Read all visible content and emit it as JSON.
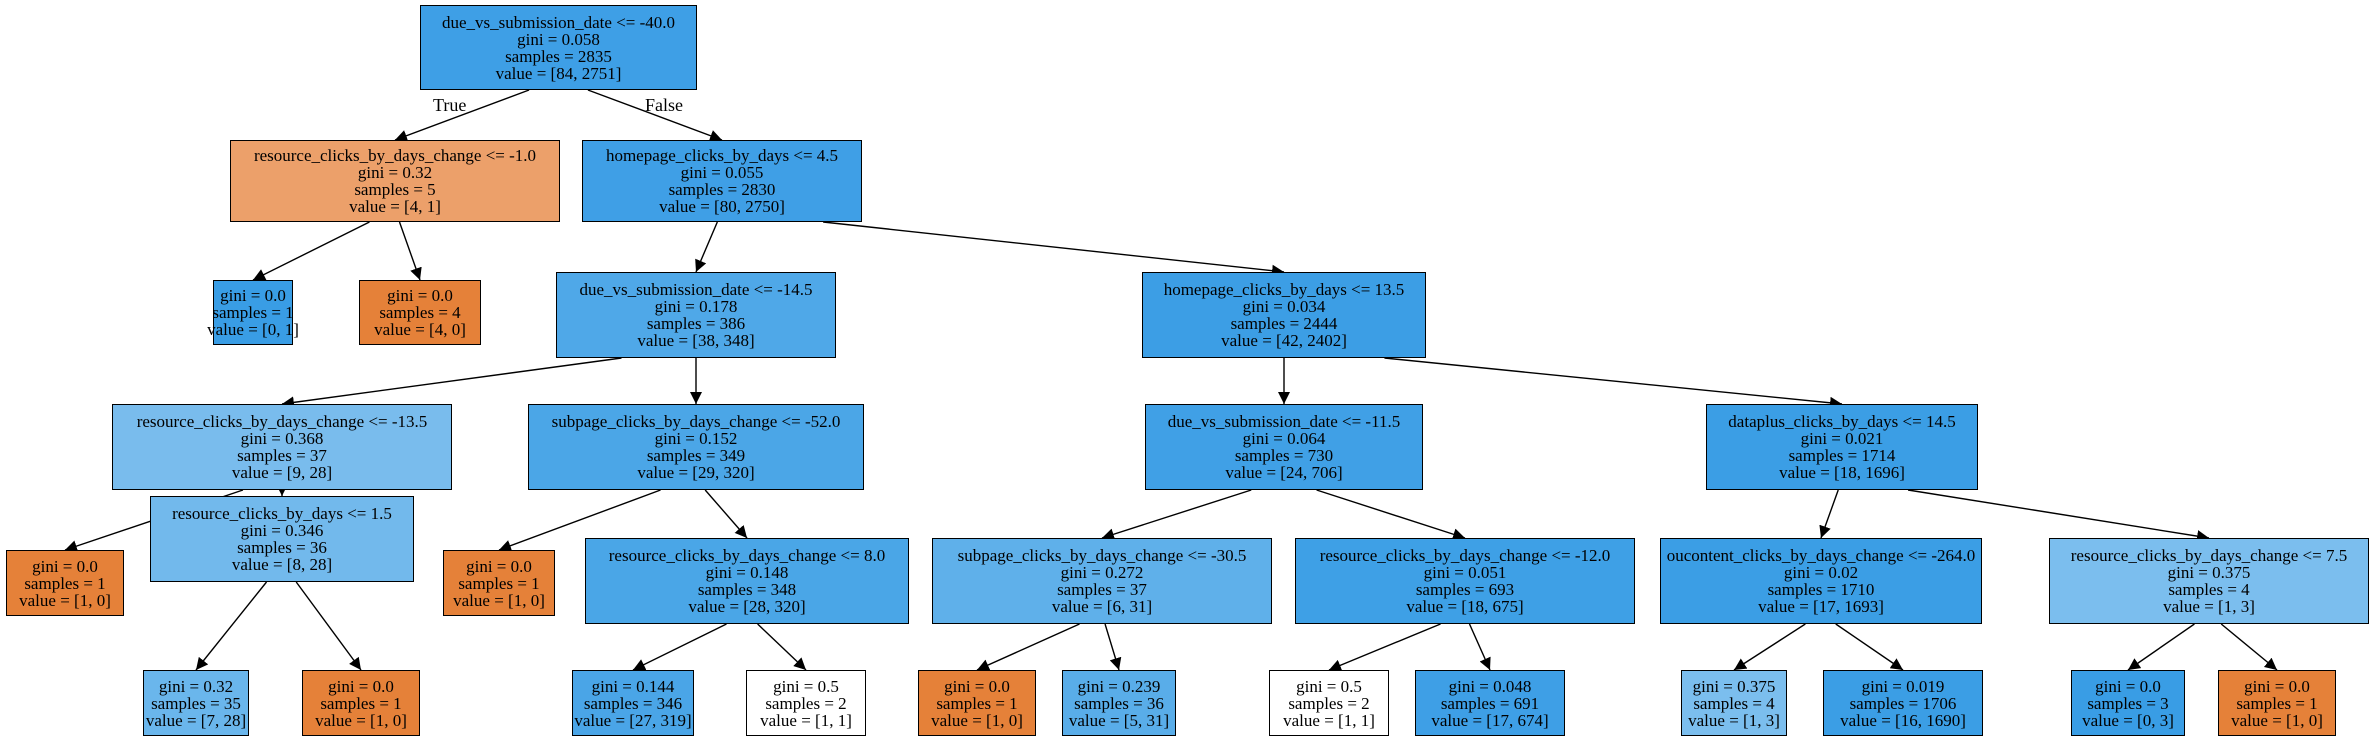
{
  "edge_labels": {
    "true_label": "True",
    "false_label": "False"
  },
  "nodes": [
    {
      "id": "n0",
      "lines": [
        "due_vs_submission_date <= -40.0",
        "gini = 0.058",
        "samples = 2835",
        "value = [84, 2751]"
      ],
      "fill": "#3e9fe6"
    },
    {
      "id": "n1",
      "lines": [
        "resource_clicks_by_days_change <= -1.0",
        "gini = 0.32",
        "samples = 5",
        "value = [4, 1]"
      ],
      "fill": "#eca06a"
    },
    {
      "id": "n2",
      "lines": [
        "gini = 0.0",
        "samples = 1",
        "value = [0, 1]"
      ],
      "fill": "#399de5"
    },
    {
      "id": "n3",
      "lines": [
        "gini = 0.0",
        "samples = 4",
        "value = [4, 0]"
      ],
      "fill": "#e58139"
    },
    {
      "id": "n4",
      "lines": [
        "homepage_clicks_by_days <= 4.5",
        "gini = 0.055",
        "samples = 2830",
        "value = [80, 2750]"
      ],
      "fill": "#3f9fe6"
    },
    {
      "id": "n5",
      "lines": [
        "due_vs_submission_date <= -14.5",
        "gini = 0.178",
        "samples = 386",
        "value = [38, 348]"
      ],
      "fill": "#4fa8e8"
    },
    {
      "id": "n6",
      "lines": [
        "homepage_clicks_by_days <= 13.5",
        "gini = 0.034",
        "samples = 2444",
        "value = [42, 2402]"
      ],
      "fill": "#3c9ee5"
    },
    {
      "id": "n7",
      "lines": [
        "resource_clicks_by_days_change <= -13.5",
        "gini = 0.368",
        "samples = 37",
        "value = [9, 28]"
      ],
      "fill": "#79bced"
    },
    {
      "id": "n8",
      "lines": [
        "subpage_clicks_by_days_change <= -52.0",
        "gini = 0.152",
        "samples = 349",
        "value = [29, 320]"
      ],
      "fill": "#4ba6e7"
    },
    {
      "id": "n9",
      "lines": [
        "due_vs_submission_date <= -11.5",
        "gini = 0.064",
        "samples = 730",
        "value = [24, 706]"
      ],
      "fill": "#40a0e6"
    },
    {
      "id": "n10",
      "lines": [
        "dataplus_clicks_by_days <= 14.5",
        "gini = 0.021",
        "samples = 1714",
        "value = [18, 1696]"
      ],
      "fill": "#3b9ee5"
    },
    {
      "id": "n11",
      "lines": [
        "gini = 0.0",
        "samples = 1",
        "value = [1, 0]"
      ],
      "fill": "#e58139"
    },
    {
      "id": "n12",
      "lines": [
        "resource_clicks_by_days <= 1.5",
        "gini = 0.346",
        "samples = 36",
        "value = [8, 28]"
      ],
      "fill": "#72b9ec"
    },
    {
      "id": "n13",
      "lines": [
        "gini = 0.0",
        "samples = 1",
        "value = [1, 0]"
      ],
      "fill": "#e58139"
    },
    {
      "id": "n14",
      "lines": [
        "resource_clicks_by_days_change <= 8.0",
        "gini = 0.148",
        "samples = 348",
        "value = [28, 320]"
      ],
      "fill": "#4aa6e7"
    },
    {
      "id": "n15",
      "lines": [
        "subpage_clicks_by_days_change <= -30.5",
        "gini = 0.272",
        "samples = 37",
        "value = [6, 31]"
      ],
      "fill": "#5fb0ea"
    },
    {
      "id": "n16",
      "lines": [
        "resource_clicks_by_days_change <= -12.0",
        "gini = 0.051",
        "samples = 693",
        "value = [18, 675]"
      ],
      "fill": "#3ea0e6"
    },
    {
      "id": "n17",
      "lines": [
        "oucontent_clicks_by_days_change <= -264.0",
        "gini = 0.02",
        "samples = 1710",
        "value = [17, 1693]"
      ],
      "fill": "#3b9ee5"
    },
    {
      "id": "n18",
      "lines": [
        "resource_clicks_by_days_change <= 7.5",
        "gini = 0.375",
        "samples = 4",
        "value = [1, 3]"
      ],
      "fill": "#7bbeee"
    },
    {
      "id": "n19",
      "lines": [
        "gini = 0.32",
        "samples = 35",
        "value = [7, 28]"
      ],
      "fill": "#6ab6ec"
    },
    {
      "id": "n20",
      "lines": [
        "gini = 0.0",
        "samples = 1",
        "value = [1, 0]"
      ],
      "fill": "#e58139"
    },
    {
      "id": "n21",
      "lines": [
        "gini = 0.144",
        "samples = 346",
        "value = [27, 319]"
      ],
      "fill": "#4aa5e7"
    },
    {
      "id": "n22",
      "lines": [
        "gini = 0.5",
        "samples = 2",
        "value = [1, 1]"
      ],
      "fill": "#ffffff"
    },
    {
      "id": "n23",
      "lines": [
        "gini = 0.0",
        "samples = 1",
        "value = [1, 0]"
      ],
      "fill": "#e58139"
    },
    {
      "id": "n24",
      "lines": [
        "gini = 0.239",
        "samples = 36",
        "value = [5, 31]"
      ],
      "fill": "#59ade9"
    },
    {
      "id": "n25",
      "lines": [
        "gini = 0.5",
        "samples = 2",
        "value = [1, 1]"
      ],
      "fill": "#ffffff"
    },
    {
      "id": "n26",
      "lines": [
        "gini = 0.048",
        "samples = 691",
        "value = [17, 674]"
      ],
      "fill": "#3e9fe6"
    },
    {
      "id": "n27",
      "lines": [
        "gini = 0.375",
        "samples = 4",
        "value = [1, 3]"
      ],
      "fill": "#7bbeee"
    },
    {
      "id": "n28",
      "lines": [
        "gini = 0.019",
        "samples = 1706",
        "value = [16, 1690]"
      ],
      "fill": "#3b9ee5"
    },
    {
      "id": "n29",
      "lines": [
        "gini = 0.0",
        "samples = 3",
        "value = [0, 3]"
      ],
      "fill": "#399de5"
    },
    {
      "id": "n30",
      "lines": [
        "gini = 0.0",
        "samples = 1",
        "value = [1, 0]"
      ],
      "fill": "#e58139"
    }
  ],
  "edges": [
    [
      "n0",
      "n1"
    ],
    [
      "n0",
      "n4"
    ],
    [
      "n1",
      "n2"
    ],
    [
      "n1",
      "n3"
    ],
    [
      "n4",
      "n5"
    ],
    [
      "n4",
      "n6"
    ],
    [
      "n5",
      "n7"
    ],
    [
      "n5",
      "n8"
    ],
    [
      "n6",
      "n9"
    ],
    [
      "n6",
      "n10"
    ],
    [
      "n7",
      "n11"
    ],
    [
      "n7",
      "n12"
    ],
    [
      "n8",
      "n13"
    ],
    [
      "n8",
      "n14"
    ],
    [
      "n9",
      "n15"
    ],
    [
      "n9",
      "n16"
    ],
    [
      "n10",
      "n17"
    ],
    [
      "n10",
      "n18"
    ],
    [
      "n12",
      "n19"
    ],
    [
      "n12",
      "n20"
    ],
    [
      "n14",
      "n21"
    ],
    [
      "n14",
      "n22"
    ],
    [
      "n15",
      "n23"
    ],
    [
      "n15",
      "n24"
    ],
    [
      "n16",
      "n25"
    ],
    [
      "n16",
      "n26"
    ],
    [
      "n17",
      "n27"
    ],
    [
      "n17",
      "n28"
    ],
    [
      "n18",
      "n29"
    ],
    [
      "n18",
      "n30"
    ]
  ]
}
